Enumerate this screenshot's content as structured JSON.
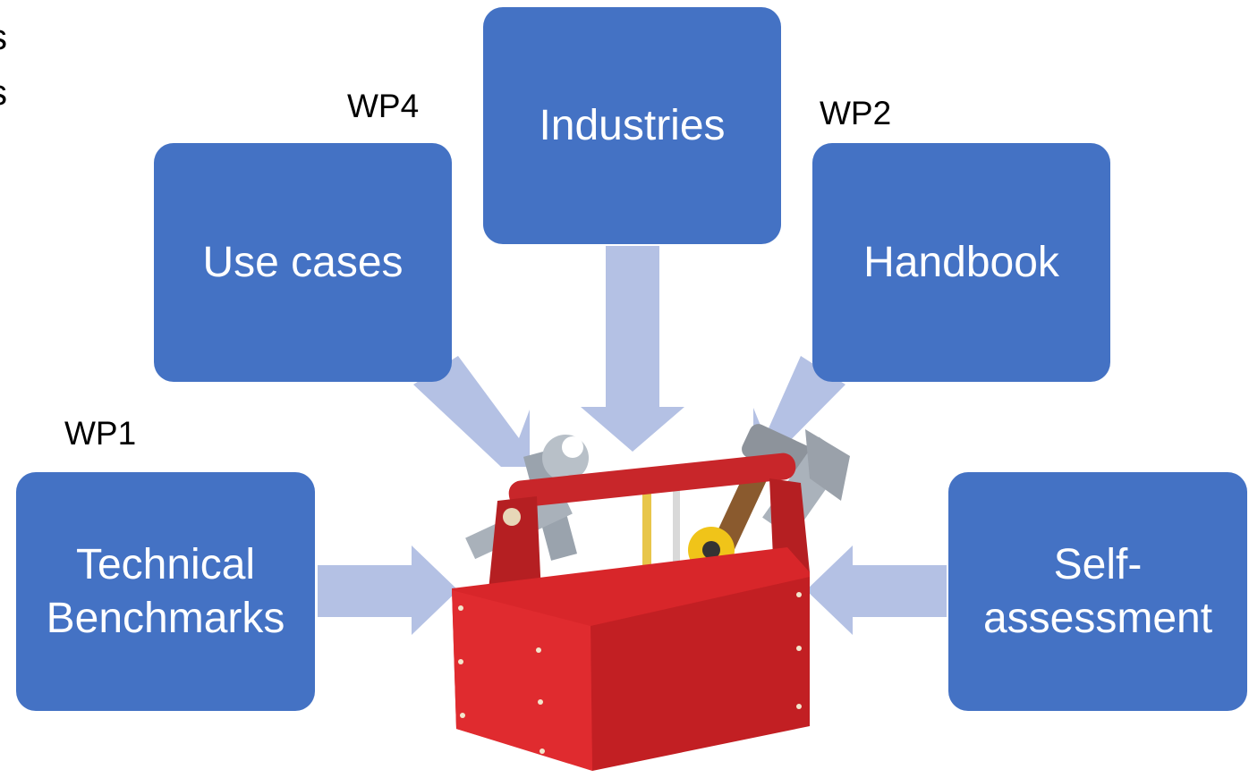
{
  "slide": {
    "left_edge_fragments": [
      "s",
      "s"
    ],
    "boxes": {
      "industries": "Industries",
      "use_cases": "Use cases",
      "handbook": "Handbook",
      "technical_benchmarks_line1": "Technical",
      "technical_benchmarks_line2": "Benchmarks",
      "self_assessment_line1": "Self-",
      "self_assessment_line2": "assessment"
    },
    "labels": {
      "wp4": "WP4",
      "wp2": "WP2",
      "wp1": "WP1"
    },
    "toolbox_image": "red-toolbox-with-tools",
    "colors": {
      "box": "#4472c4",
      "arrow": "#b4c1e4",
      "toolbox": "#d8262a"
    }
  }
}
